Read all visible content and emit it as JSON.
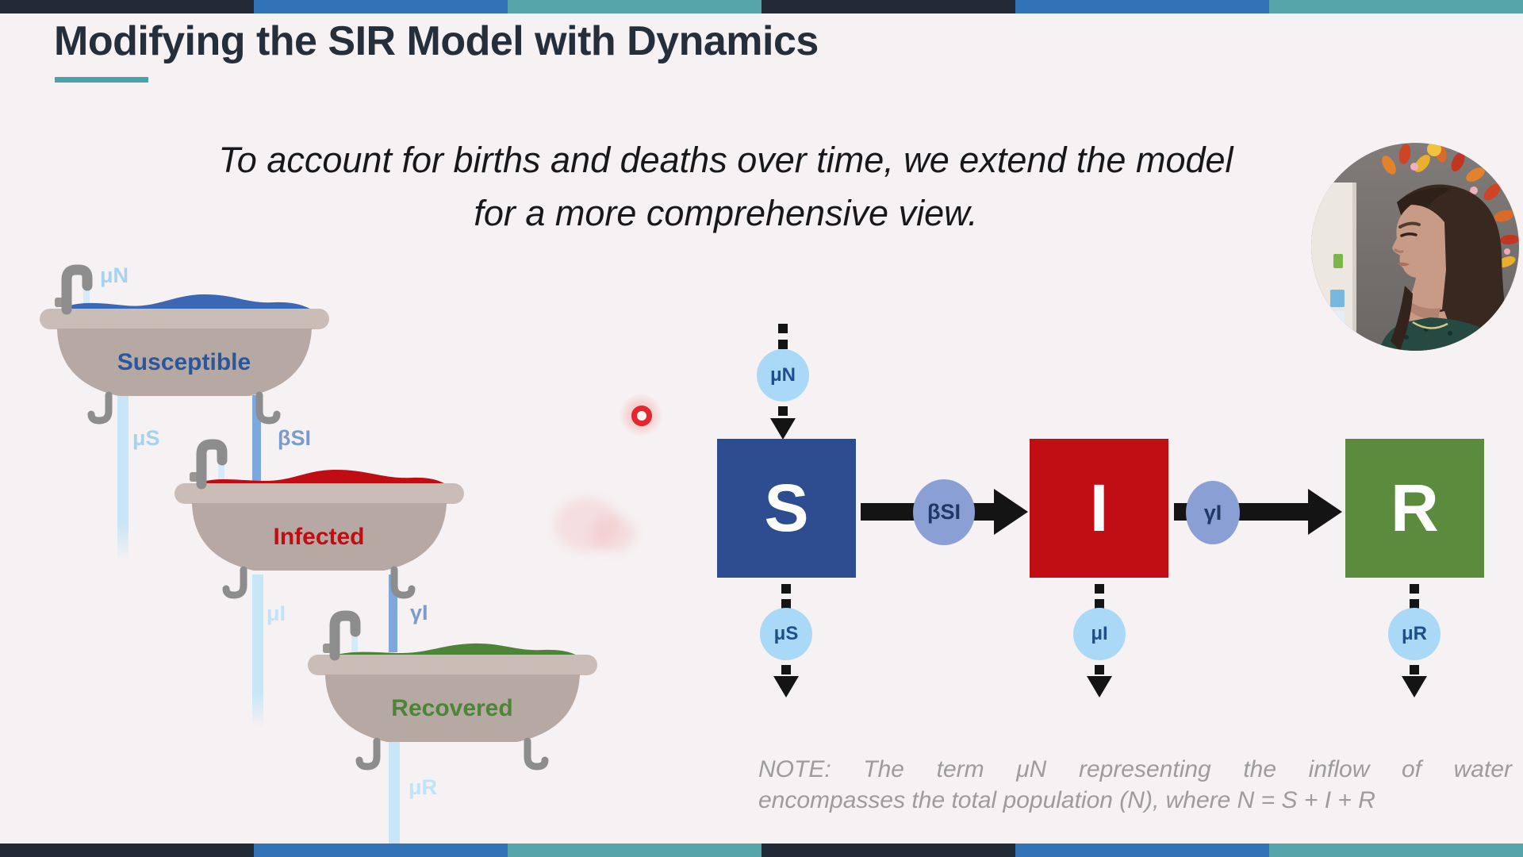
{
  "colors": {
    "slide_bg": "#f6f1f2",
    "title_ink": "#252e3b",
    "accent_teal": "#4aa3ac",
    "bar_dark": "#222a35",
    "bar_blue": "#3273b8",
    "bar_teal": "#55a5aa",
    "box_s_blue": "#2e4d90",
    "box_i_red": "#c10e15",
    "box_r_green": "#5b8c3e",
    "water_blue": "#3a68b5",
    "water_red": "#c00d13",
    "water_green": "#4e8437",
    "node_light_blue": "#a9d9f6",
    "node_flow_blue": "#8a9fd4",
    "node_text_blue": "#1f4e8c",
    "stream_light": "#c7e6f8",
    "stream_medium": "#7ea7dc",
    "tub_body": "#b6a9a4",
    "tub_rim": "#cabdb7",
    "note_gray": "#9c9c9c",
    "arrow_black": "#141414"
  },
  "header": {
    "title": "Modifying the SIR Model with Dynamics"
  },
  "subtitle": {
    "line1": "To account for births and deaths over time, we extend the model",
    "line2": "for a more comprehensive view."
  },
  "bathtub_model": {
    "tubs": [
      {
        "label": "Susceptible"
      },
      {
        "label": "Infected"
      },
      {
        "label": "Recovered"
      }
    ],
    "flow_labels": {
      "mu_n": "μN",
      "mu_s": "μS",
      "beta_si": "βSI",
      "mu_i": "μI",
      "gamma_i": "γI",
      "mu_r": "μR"
    }
  },
  "flow_diagram": {
    "inflow_label": "μN",
    "boxes": [
      {
        "letter": "S"
      },
      {
        "letter": "I"
      },
      {
        "letter": "R"
      }
    ],
    "transitions": [
      {
        "label": "βSI"
      },
      {
        "label": "γI"
      }
    ],
    "outflows": [
      {
        "label": "μS"
      },
      {
        "label": "μI"
      },
      {
        "label": "μR"
      }
    ]
  },
  "note": {
    "line1": "NOTE: The term μN representing the inflow of water",
    "line2": "encompasses the total population (N), where N = S + I + R"
  }
}
